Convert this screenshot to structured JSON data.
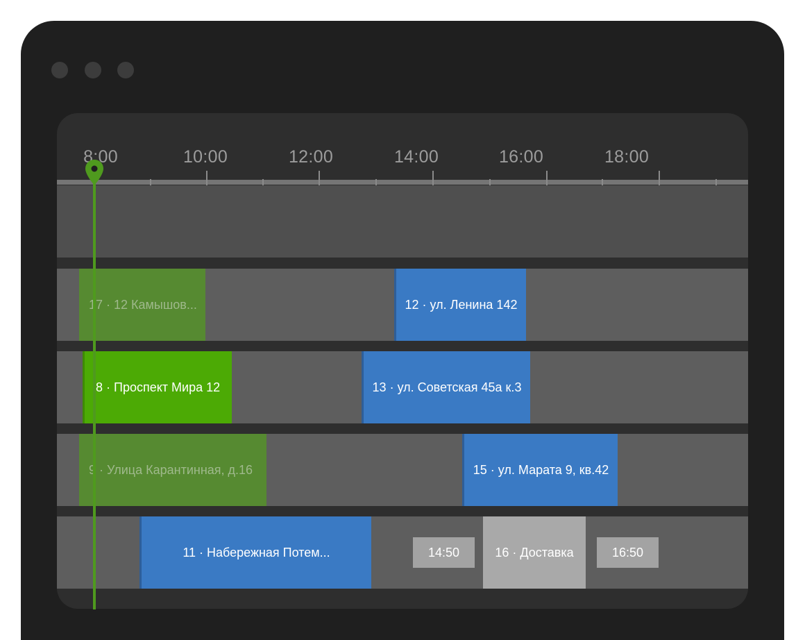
{
  "window": {
    "controls": [
      "close",
      "minimize",
      "maximize"
    ]
  },
  "timeline": {
    "hours": [
      "8:00",
      "10:00",
      "12:00",
      "14:00",
      "16:00",
      "18:00"
    ]
  },
  "rows": [
    {
      "tasks": [
        {
          "label": "17 · 12 Камышов...",
          "type": "completed"
        },
        {
          "label": "12 · ул. Ленина 142",
          "type": "scheduled"
        }
      ]
    },
    {
      "tasks": [
        {
          "label": "8 · Проспект Мира 12",
          "type": "active"
        },
        {
          "label": "13 · ул. Советская 45а к.3",
          "type": "scheduled"
        }
      ]
    },
    {
      "tasks": [
        {
          "label": "9 · Улица Карантинная, д.16",
          "type": "completed"
        },
        {
          "label": "15 · ул. Марата 9, кв.42",
          "type": "scheduled"
        }
      ]
    },
    {
      "tasks": [
        {
          "label": "11 · Набережная Потем...",
          "type": "scheduled"
        },
        {
          "label": "16 · Доставка",
          "type": "delivery"
        }
      ],
      "window_start": "14:50",
      "window_end": "16:50"
    }
  ],
  "colors": {
    "scheduled": "#3a7ac4",
    "active": "#4caa05",
    "completed": "#568a31",
    "delivery": "#a9a9a9",
    "now_marker": "#4f9a1e"
  },
  "icons": {
    "now_marker": "map-pin-icon"
  }
}
